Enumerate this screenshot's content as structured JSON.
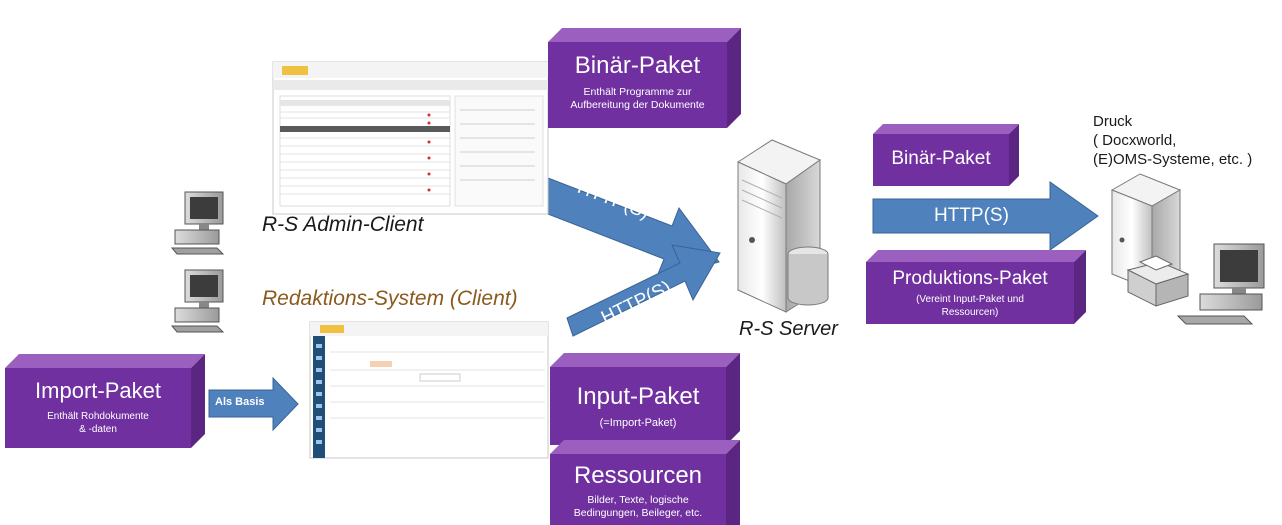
{
  "boxes": {
    "binaer_top": {
      "title": "Binär-Paket",
      "sub": "Enthält Programme zur Aufbereitung der Dokumente"
    },
    "binaer_mid": {
      "title": "Binär-Paket"
    },
    "produktion": {
      "title": "Produktions-Paket",
      "sub": "(Vereint Input-Paket und Ressourcen)"
    },
    "import": {
      "title": "Import-Paket",
      "sub": "Enthält Rohdokumente & -daten"
    },
    "input": {
      "title": "Input-Paket",
      "sub": "(=Import-Paket)"
    },
    "ressourcen": {
      "title": "Ressourcen",
      "sub": "Bilder, Texte, logische Bedingungen, Beileger, etc."
    }
  },
  "labels": {
    "admin_client": "R-S Admin-Client",
    "redaktions": "Redaktions-System (Client)",
    "server": "R-S Server",
    "druck_1": "Druck",
    "druck_2": "( Docxworld,",
    "druck_3": "(E)OMS-Systeme, etc. )"
  },
  "arrows": {
    "http_upper": "HTTP(S)",
    "http_lower": "HTTP(S)",
    "http_right": "HTTP(S)",
    "als_basis": "Als Basis"
  },
  "colors": {
    "purple": "#7030a0",
    "arrow_blue": "#4f81bd",
    "admin_label": "#1a1a1a",
    "redaktions_label": "#8a5a1e"
  }
}
